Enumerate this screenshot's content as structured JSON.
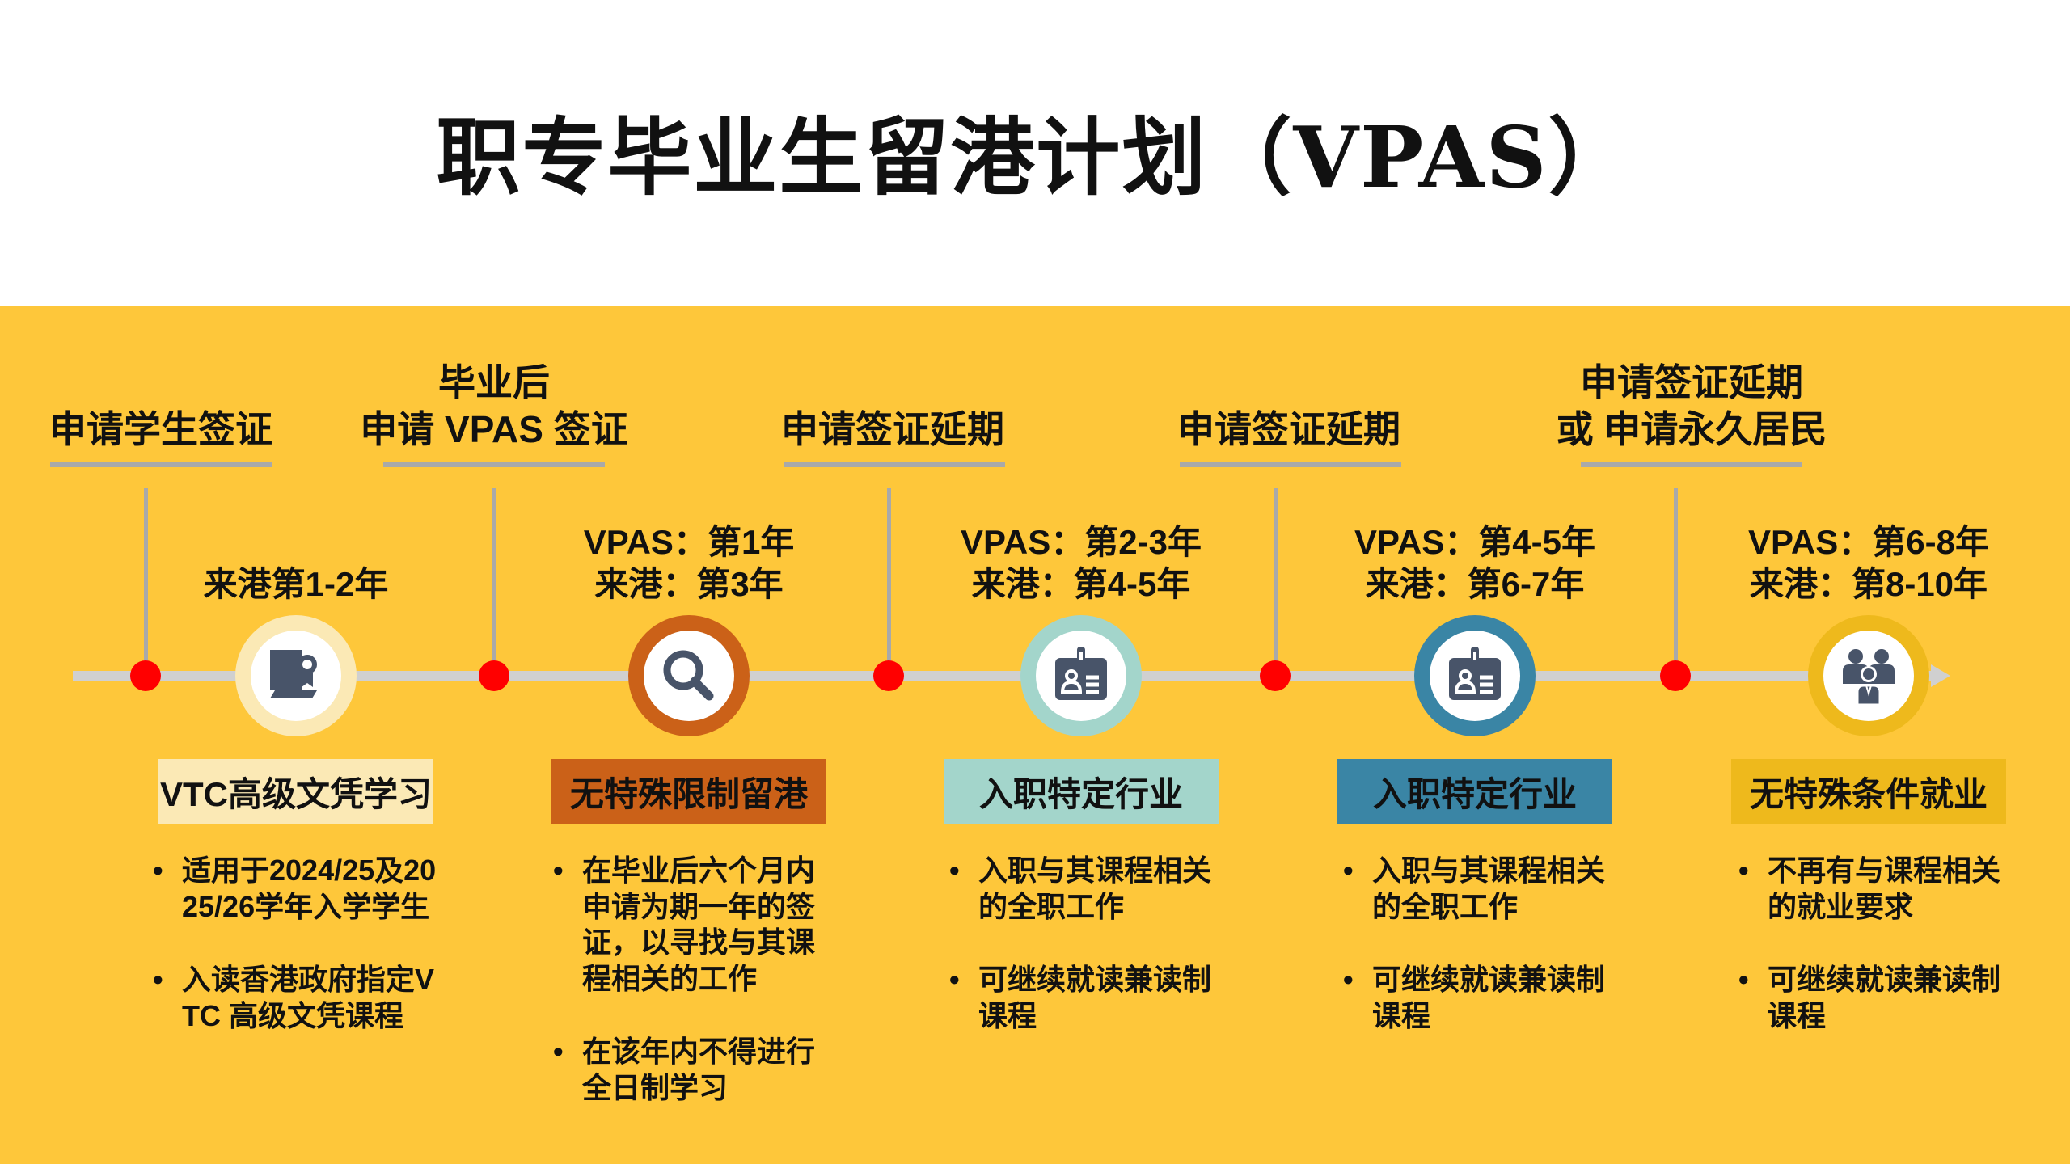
{
  "title": "职专毕业生留港计划（VPAS）",
  "milestones": [
    {
      "lines": [
        "申请学生签证"
      ]
    },
    {
      "lines": [
        "毕业后",
        "申请 VPAS 签证"
      ]
    },
    {
      "lines": [
        "申请签证延期"
      ]
    },
    {
      "lines": [
        "申请签证延期"
      ]
    },
    {
      "lines": [
        "申请签证延期",
        "或 申请永久居民"
      ]
    }
  ],
  "stages": [
    {
      "period": [
        "来港第1-2年"
      ],
      "icon": "certificate-book-icon",
      "category": "VTC高级文凭学习",
      "ring_color": "#FBE9B5",
      "box_color": "#FBE9B5",
      "box_text_color": "#111111",
      "bullets": [
        "适用于2024/25及2025/26学年入学学生",
        "入读香港政府指定VTC 高级文凭课程"
      ]
    },
    {
      "period": [
        "VPAS：第1年",
        "来港：第3年"
      ],
      "icon": "magnifier-icon",
      "category": "无特殊限制留港",
      "ring_color": "#CB6118",
      "box_color": "#CB6118",
      "box_text_color": "#111111",
      "bullets": [
        "在毕业后六个月内申请为期一年的签证，以寻找与其课程相关的工作",
        "在该年内不得进行全日制学习"
      ]
    },
    {
      "period": [
        "VPAS：第2-3年",
        "来港：第4-5年"
      ],
      "icon": "id-badge-icon",
      "category": "入职特定行业",
      "ring_color": "#A3D5CB",
      "box_color": "#A3D5CB",
      "box_text_color": "#111111",
      "bullets": [
        "入职与其课程相关的全职工作",
        "可继续就读兼读制课程"
      ]
    },
    {
      "period": [
        "VPAS：第4-5年",
        "来港：第6-7年"
      ],
      "icon": "id-badge-icon",
      "category": "入职特定行业",
      "ring_color": "#3A85A5",
      "box_color": "#3A85A5",
      "box_text_color": "#111111",
      "bullets": [
        "入职与其课程相关的全职工作",
        "可继续就读兼读制课程"
      ]
    },
    {
      "period": [
        "VPAS：第6-8年",
        "来港：第8-10年"
      ],
      "icon": "group-people-icon",
      "category": "无特殊条件就业",
      "ring_color": "#EEB91C",
      "box_color": "#EEB91C",
      "box_text_color": "#111111",
      "bullets": [
        "不再有与课程相关的就业要求",
        "可继续就读兼读制课程"
      ]
    }
  ],
  "colors": {
    "band": "#FEC73A",
    "dot": "#FF0000",
    "axis": "#D0D0D0",
    "icon": "#485469"
  }
}
